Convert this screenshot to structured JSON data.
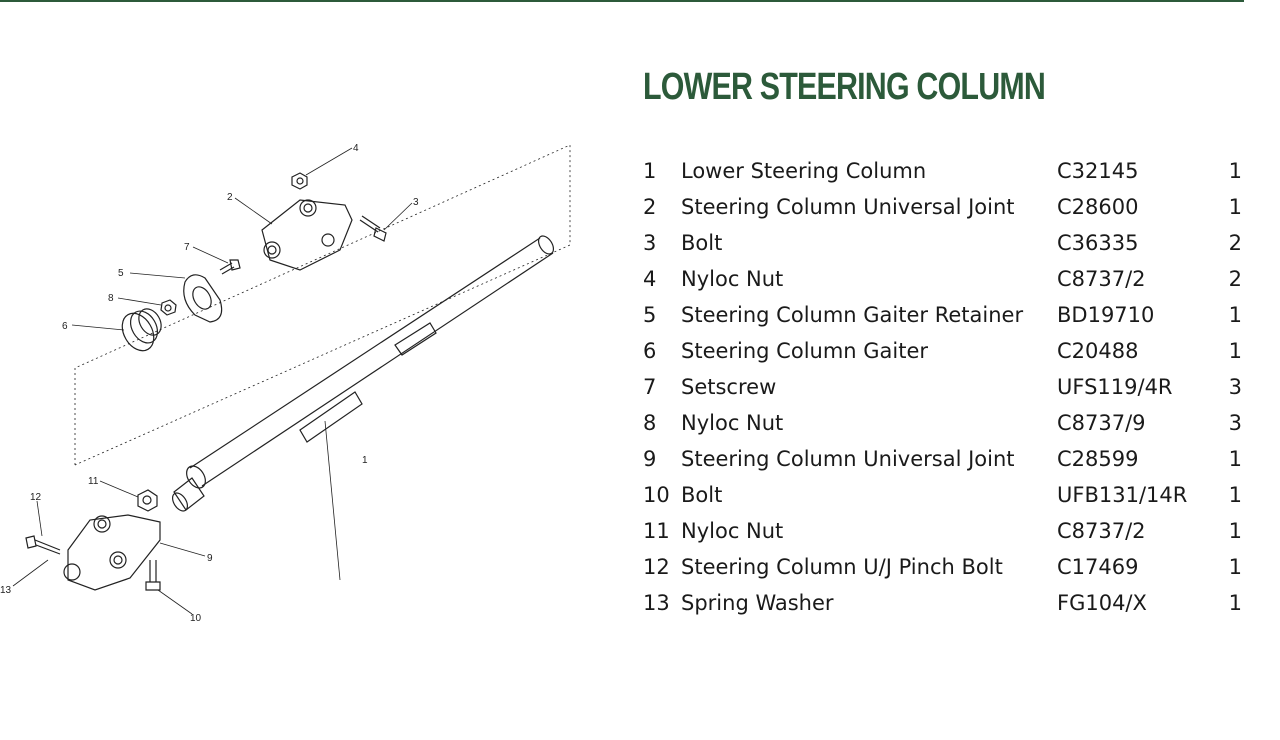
{
  "title": "LOWER STEERING COLUMN",
  "parts": [
    {
      "num": "1",
      "desc": "Lower Steering Column",
      "code": "C32145",
      "qty": "1"
    },
    {
      "num": "2",
      "desc": "Steering Column Universal Joint",
      "code": "C28600",
      "qty": "1"
    },
    {
      "num": "3",
      "desc": "Bolt",
      "code": "C36335",
      "qty": "2"
    },
    {
      "num": "4",
      "desc": "Nyloc Nut",
      "code": "C8737/2",
      "qty": "2"
    },
    {
      "num": "5",
      "desc": "Steering Column Gaiter Retainer",
      "code": "BD19710",
      "qty": "1"
    },
    {
      "num": "6",
      "desc": "Steering Column Gaiter",
      "code": "C20488",
      "qty": "1"
    },
    {
      "num": "7",
      "desc": "Setscrew",
      "code": "UFS119/4R",
      "qty": "3"
    },
    {
      "num": "8",
      "desc": "Nyloc Nut",
      "code": "C8737/9",
      "qty": "3"
    },
    {
      "num": "9",
      "desc": "Steering Column Universal Joint",
      "code": "C28599",
      "qty": "1"
    },
    {
      "num": "10",
      "desc": "Bolt",
      "code": "UFB131/14R",
      "qty": "1"
    },
    {
      "num": "11",
      "desc": "Nyloc Nut",
      "code": "C8737/2",
      "qty": "1"
    },
    {
      "num": "12",
      "desc": "Steering Column U/J Pinch Bolt",
      "code": "C17469",
      "qty": "1"
    },
    {
      "num": "13",
      "desc": "Spring Washer",
      "code": "FG104/X",
      "qty": "1"
    }
  ],
  "callouts": [
    "1",
    "2",
    "3",
    "4",
    "5",
    "6",
    "7",
    "8",
    "9",
    "10",
    "11",
    "12",
    "13"
  ],
  "colors": {
    "accent": "#2c5a3a",
    "text": "#1a1a1a"
  }
}
